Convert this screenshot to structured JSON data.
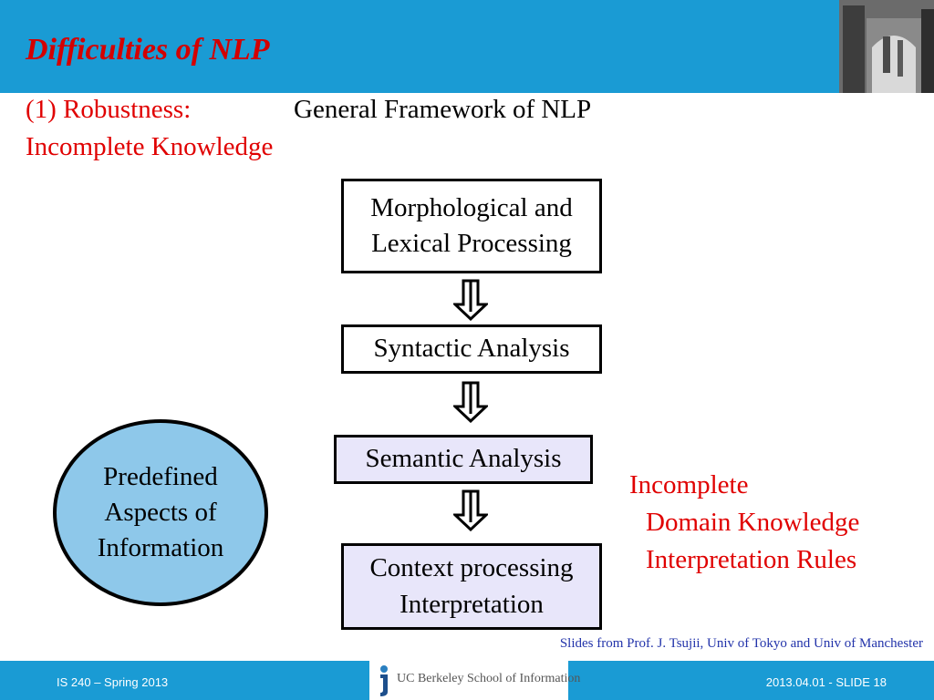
{
  "slide": {
    "title": "Difficulties of NLP",
    "subtitle_line1": "(1) Robustness:",
    "subtitle_line2": "Incomplete Knowledge",
    "framework_title": "General Framework of NLP"
  },
  "pipeline": {
    "box1_line1": "Morphological and",
    "box1_line2": "Lexical Processing",
    "box2": "Syntactic Analysis",
    "box3": "Semantic Analysis",
    "box4_line1": "Context processing",
    "box4_line2": "Interpretation",
    "arrow_icon": "double-down-arrow-icon"
  },
  "aspects": {
    "line1": "Predefined",
    "line2": "Aspects of",
    "line3": "Information"
  },
  "incomplete": {
    "line1": "Incomplete",
    "line2": "Domain Knowledge",
    "line3": "Interpretation Rules"
  },
  "credit": "Slides from Prof. J. Tsujii, Univ of Tokyo and Univ of Manchester",
  "footer": {
    "left": "IS 240 – Spring 2013",
    "logo_text": "UC Berkeley School of Information",
    "right": "2013.04.01 - SLIDE 18"
  },
  "colors": {
    "header": "#1a9bd4",
    "title": "#d40000",
    "emphasis": "#e00000",
    "ellipse_fill": "#8ec8ea",
    "lavender_box": "#e8e6fa"
  }
}
